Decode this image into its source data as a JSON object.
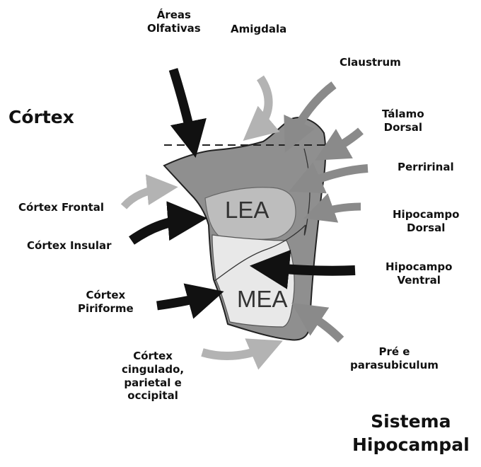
{
  "labels": {
    "cortex": "Córtex",
    "areas_olfativas": "Áreas\nOlfativas",
    "amigdala": "Amigdala",
    "claustrum": "Claustrum",
    "talamo_dorsal": "Tálamo\nDorsal",
    "perririnal": "Perririnal",
    "hipocampo_dorsal": "Hipocampo\nDorsal",
    "hipocampo_ventral": "Hipocampo\nVentral",
    "pre_parasubiculum": "Pré e\nparasubiculum",
    "cortex_frontal": "Córtex Frontal",
    "cortex_insular": "Córtex Insular",
    "cortex_piriforme": "Córtex\nPiriforme",
    "cortex_cingulado": "Córtex\ncingulado,\nparietal e\noccipital",
    "sistema_hipocampal": "Sistema\nHipocampal",
    "lea": "LEA",
    "mea": "MEA"
  },
  "colors": {
    "dark_fill": "#8f8f8f",
    "mid_fill": "#bdbdbd",
    "light_fill": "#e8e8e8",
    "black_arrow": "#111111",
    "gray_arrow": "#8a8a8a",
    "light_arrow": "#b3b3b3"
  }
}
